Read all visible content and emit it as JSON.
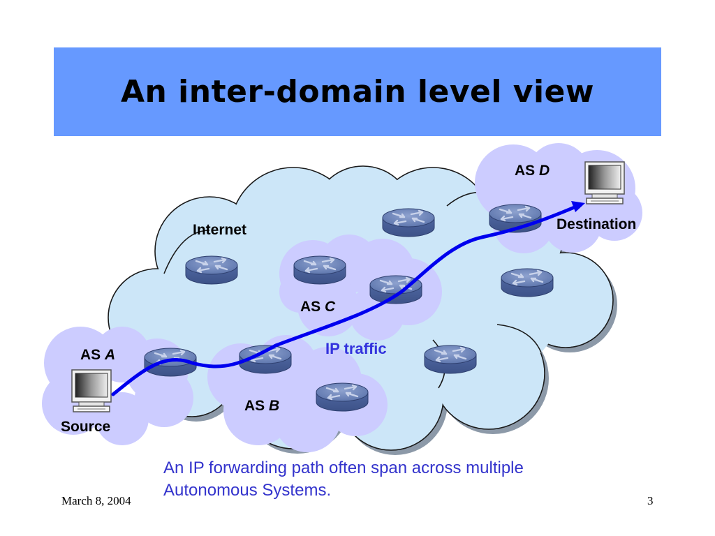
{
  "slide": {
    "title": "An inter-domain level view",
    "date": "March 8, 2004",
    "page_number": "3"
  },
  "diagram": {
    "internet_label": "Internet",
    "traffic_label": "IP traffic",
    "as_prefix": "AS",
    "as_a": "A",
    "as_b": "B",
    "as_c": "C",
    "as_d": "D",
    "source_label": "Source",
    "destination_label": "Destination"
  },
  "caption": {
    "line1": "An IP forwarding path often span across multiple",
    "line2": "Autonomous Systems."
  },
  "colors": {
    "title_bar": "#6699ff",
    "internet_cloud": "#cce6f8",
    "as_cloud": "#ccccff",
    "router": "#6f86bb",
    "traffic_path": "#0000ee",
    "caption_text": "#3333cc"
  }
}
